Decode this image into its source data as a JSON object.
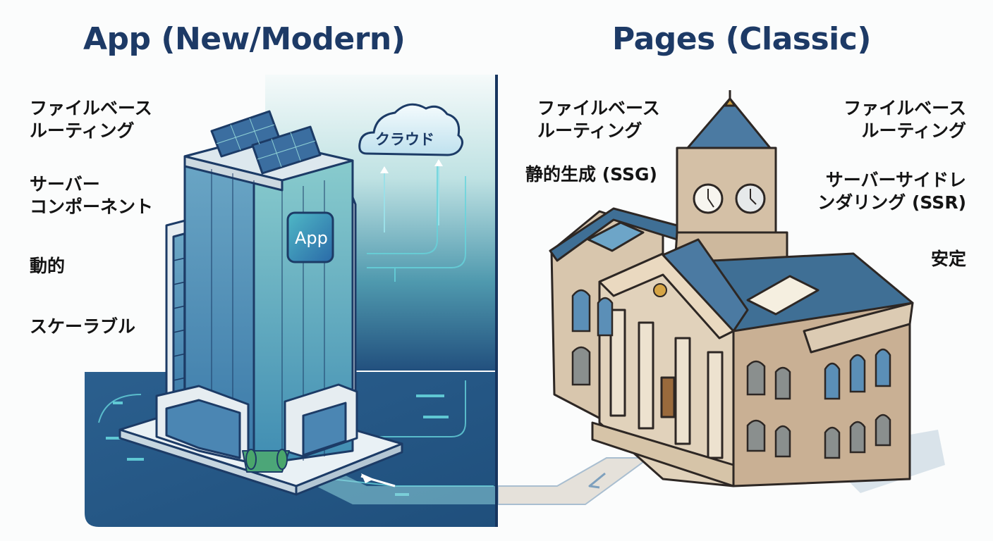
{
  "left": {
    "title": "App (New/Modern)",
    "features": [
      "ファイルベース\nルーティング",
      "サーバー\nコンポーネント",
      "動的",
      "スケーラブル"
    ],
    "cloud_label": "クラウド",
    "building_badge": "App"
  },
  "right": {
    "title": "Pages (Classic)",
    "features_left": [
      "ファイルベース\nルーティング",
      "静的生成 (SSG)"
    ],
    "features_right": [
      "ファイルベース\nルーティング",
      "サーバーサイドレ\nンダリング (SSR)",
      "安定"
    ]
  },
  "colors": {
    "title": "#1d3a66",
    "left_bg_top": "#e6f3f3",
    "left_bg_bottom": "#1f5785",
    "divider": "#17355f",
    "glass": "#5bb6c2",
    "roof_blue": "#3f6f95",
    "stone": "#d8c6ad"
  }
}
